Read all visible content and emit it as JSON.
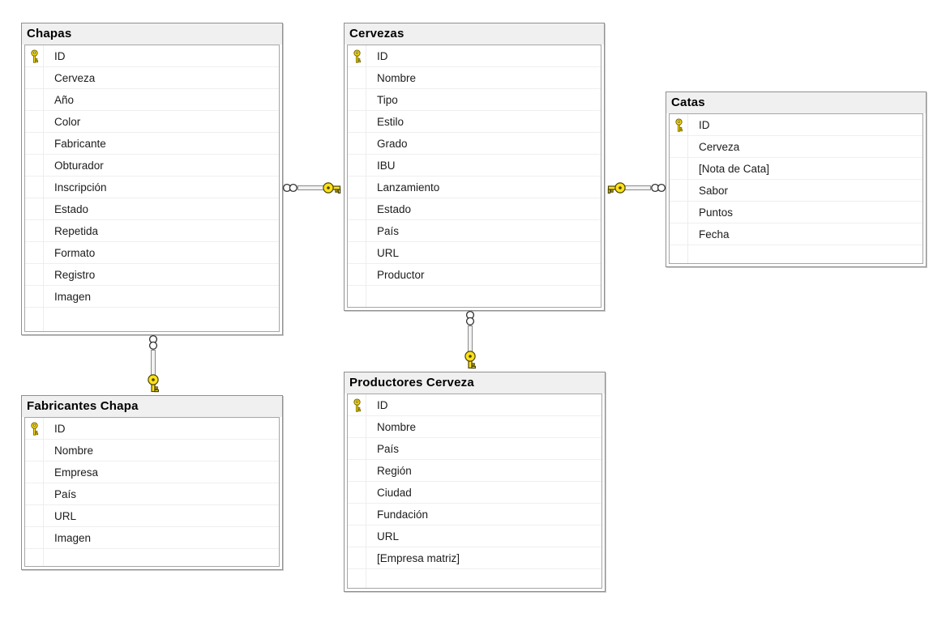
{
  "diagram": {
    "kind": "database-relationship-diagram",
    "background": "#ffffff"
  },
  "colors": {
    "key_yellow": "#FFE11A",
    "key_outline": "#4a4400",
    "header_band": "#F0F0F0",
    "table_border": "#8F8F8F",
    "grid_border": "#A6A6A6",
    "row_separator": "#EFEFEF",
    "connector_gray": "#8A8A8A",
    "cardinality_outline": "#2F2F2F",
    "text": "#1C1C1C"
  },
  "icons": {
    "primary_key": "key-icon",
    "one_side": "key-icon",
    "many_side": "infinity-icon"
  },
  "tables": [
    {
      "id": "chapas",
      "title": "Chapas",
      "columns": [
        {
          "label": "ID",
          "primary_key": true
        },
        {
          "label": "Cerveza",
          "primary_key": false
        },
        {
          "label": "Año",
          "primary_key": false
        },
        {
          "label": "Color",
          "primary_key": false
        },
        {
          "label": "Fabricante",
          "primary_key": false
        },
        {
          "label": "Obturador",
          "primary_key": false
        },
        {
          "label": "Inscripción",
          "primary_key": false
        },
        {
          "label": "Estado",
          "primary_key": false
        },
        {
          "label": "Repetida",
          "primary_key": false
        },
        {
          "label": "Formato",
          "primary_key": false
        },
        {
          "label": "Registro",
          "primary_key": false
        },
        {
          "label": "Imagen",
          "primary_key": false
        }
      ]
    },
    {
      "id": "cervezas",
      "title": "Cervezas",
      "columns": [
        {
          "label": "ID",
          "primary_key": true
        },
        {
          "label": "Nombre",
          "primary_key": false
        },
        {
          "label": "Tipo",
          "primary_key": false
        },
        {
          "label": "Estilo",
          "primary_key": false
        },
        {
          "label": "Grado",
          "primary_key": false
        },
        {
          "label": "IBU",
          "primary_key": false
        },
        {
          "label": "Lanzamiento",
          "primary_key": false
        },
        {
          "label": "Estado",
          "primary_key": false
        },
        {
          "label": "País",
          "primary_key": false
        },
        {
          "label": "URL",
          "primary_key": false
        },
        {
          "label": "Productor",
          "primary_key": false
        }
      ]
    },
    {
      "id": "catas",
      "title": "Catas",
      "columns": [
        {
          "label": "ID",
          "primary_key": true
        },
        {
          "label": "Cerveza",
          "primary_key": false
        },
        {
          "label": "[Nota de Cata]",
          "primary_key": false
        },
        {
          "label": "Sabor",
          "primary_key": false
        },
        {
          "label": "Puntos",
          "primary_key": false
        },
        {
          "label": "Fecha",
          "primary_key": false
        }
      ]
    },
    {
      "id": "fabricantes_chapa",
      "title": "Fabricantes Chapa",
      "columns": [
        {
          "label": "ID",
          "primary_key": true
        },
        {
          "label": "Nombre",
          "primary_key": false
        },
        {
          "label": "Empresa",
          "primary_key": false
        },
        {
          "label": "País",
          "primary_key": false
        },
        {
          "label": "URL",
          "primary_key": false
        },
        {
          "label": "Imagen",
          "primary_key": false
        }
      ]
    },
    {
      "id": "productores_cerveza",
      "title": "Productores Cerveza",
      "columns": [
        {
          "label": "ID",
          "primary_key": true
        },
        {
          "label": "Nombre",
          "primary_key": false
        },
        {
          "label": "País",
          "primary_key": false
        },
        {
          "label": "Región",
          "primary_key": false
        },
        {
          "label": "Ciudad",
          "primary_key": false
        },
        {
          "label": "Fundación",
          "primary_key": false
        },
        {
          "label": "URL",
          "primary_key": false
        },
        {
          "label": "[Empresa matriz]",
          "primary_key": false
        }
      ]
    }
  ],
  "relationships": [
    {
      "from": "Chapas",
      "from_cardinality": "many",
      "to": "Cervezas",
      "to_cardinality": "one"
    },
    {
      "from": "Cervezas",
      "from_cardinality": "one",
      "to": "Catas",
      "to_cardinality": "many"
    },
    {
      "from": "Chapas",
      "from_cardinality": "many",
      "to": "Fabricantes Chapa",
      "to_cardinality": "one"
    },
    {
      "from": "Cervezas",
      "from_cardinality": "many",
      "to": "Productores Cerveza",
      "to_cardinality": "one"
    }
  ]
}
